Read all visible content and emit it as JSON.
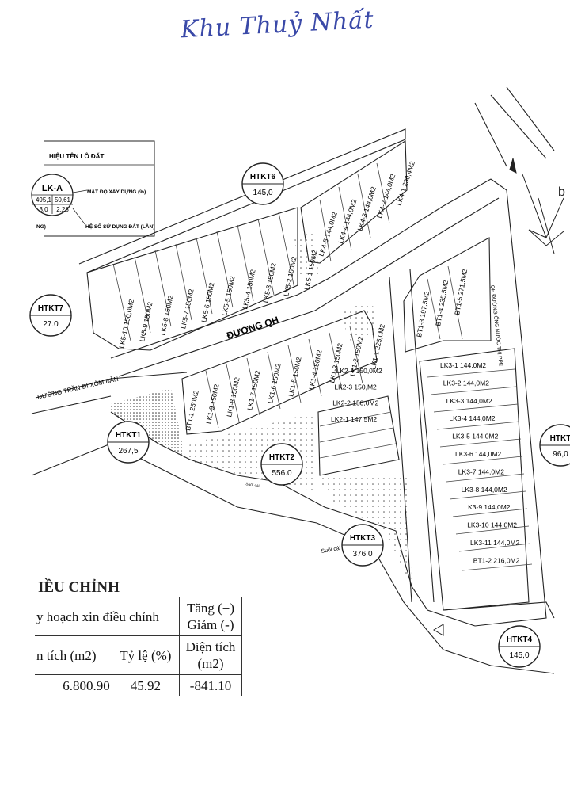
{
  "handwritten_note": "Khu Thuỷ Nhất",
  "legend": {
    "header": "HIỆU TÊN LÔ ĐẤT",
    "lot_code": "LK-A",
    "area": "495,1",
    "density_value": "50,61",
    "floors": "3.0",
    "far_value": "2.28",
    "density_label": "MẬT ĐỘ XÂY DỰNG (%)",
    "far_label": "HỆ SỐ SỬ DỤNG ĐẤT (LẦN)",
    "left_fragment": "NG)"
  },
  "road_labels": {
    "main_road": "ĐƯỜNG QH",
    "bottom_road": "ĐƯỜNG TRẦN ĐI XÓM BẢN",
    "right_road": "QH ĐƯỜNG ỐNG NƯỚC THỊ PPE",
    "stream": "Suối cái",
    "stream_small": "Suối cái"
  },
  "compass_fragment": "b",
  "technical_areas": [
    {
      "code": "HTKT6",
      "area": "145,0"
    },
    {
      "code": "HTKT7",
      "area": "27.0"
    },
    {
      "code": "HTKT1",
      "area": "267,5"
    },
    {
      "code": "HTKT2",
      "area": "556.0"
    },
    {
      "code": "HTKT3",
      "area": "376,0"
    },
    {
      "code": "HTKT4",
      "area": "145,0"
    },
    {
      "code": "HTKT",
      "area": "96,0"
    }
  ],
  "lots_lk5": [
    "LK5-10 150,0M2",
    "LK5-9 150M2",
    "LK5-8 150M2",
    "LK5-7 150M2",
    "LK5-6 150M2",
    "LK5-5 150M2",
    "LK5-4 150M2",
    "LK5-3 150M2",
    "LK5-2 150M2",
    "LK5-1 150M2"
  ],
  "lots_lk4": [
    "LK4-5 144,0M2",
    "LK4-4 144,0M2",
    "LK4-3 144,0M2",
    "LK4-2 144,0M2",
    "LK4-1 230,4M2"
  ],
  "lots_lk1": [
    "BT1-1 250M2",
    "LK1-9 150M2",
    "LK1-8 150M2",
    "LK1-7 150M2",
    "LK1-6 150M2",
    "LK1-5 150M2",
    "LK1-4 150M2",
    "LK1-3 150M2",
    "LK1-2 150M2",
    "LK1-1 225,0M2"
  ],
  "lots_bt1": [
    "BT1-3 197,5M2",
    "BT1-4 235,5M2",
    "BT1-5 271,5M2"
  ],
  "lots_lk2": [
    "LK2-1 147,5M2",
    "LK2-2 150,0M2",
    "LK2-3 150,M2",
    "LK2-4 150,0M2"
  ],
  "lots_lk3": [
    "LK3-1 144,0M2",
    "LK3-2 144,0M2",
    "LK3-3 144,0M2",
    "LK3-4 144,0M2",
    "LK3-5 144,0M2",
    "LK3-6 144,0M2",
    "LK3-7 144,0M2",
    "LK3-8 144,0M2",
    "LK3-9 144,0M2",
    "LK3-10 144,0M2",
    "LK3-11 144,0M2",
    "BT1-2 216,0M2"
  ],
  "table": {
    "title": "IỀU CHỈNH",
    "col_plan": "y hoạch xin điều chỉnh",
    "col_change_1": "Tăng (+)",
    "col_change_2": "Giảm (-)",
    "h_area": "n tích (m2)",
    "h_ratio": "Tỷ lệ (%)",
    "h_delta_1": "Diện tích",
    "h_delta_2": "(m2)",
    "v_area": "6.800.90",
    "v_ratio": "45.92",
    "v_delta": "-841.10"
  }
}
